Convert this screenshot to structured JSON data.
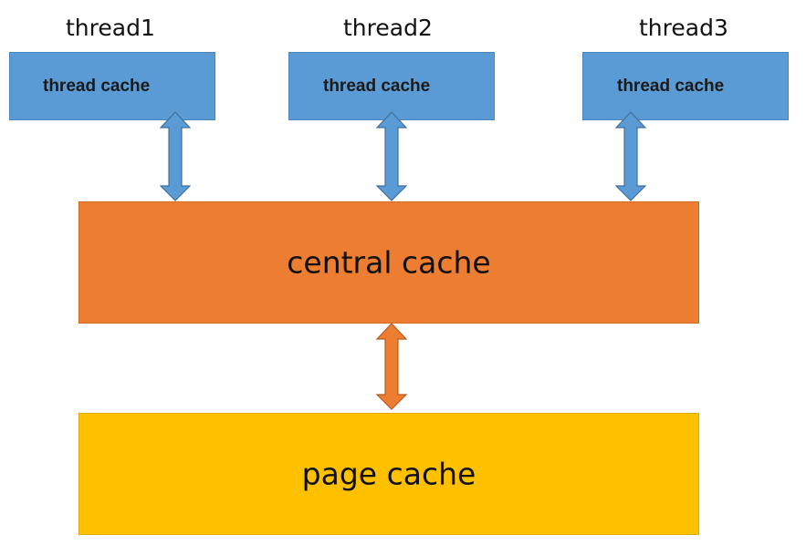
{
  "threads": [
    {
      "name": "thread1",
      "cache_label": "thread cache"
    },
    {
      "name": "thread2",
      "cache_label": "thread cache"
    },
    {
      "name": "thread3",
      "cache_label": "thread cache"
    }
  ],
  "central_cache": {
    "label": "central cache"
  },
  "page_cache": {
    "label": "page cache"
  },
  "colors": {
    "thread_cache_fill": "#5b9bd5",
    "central_cache_fill": "#ed7d31",
    "page_cache_fill": "#ffc000",
    "thread_arrow_fill": "#5b9bd5",
    "central_arrow_fill": "#ed7d31"
  },
  "connections": [
    {
      "from": "thread cache (thread1)",
      "to": "central cache",
      "direction": "bidirectional"
    },
    {
      "from": "thread cache (thread2)",
      "to": "central cache",
      "direction": "bidirectional"
    },
    {
      "from": "thread cache (thread3)",
      "to": "central cache",
      "direction": "bidirectional"
    },
    {
      "from": "central cache",
      "to": "page cache",
      "direction": "bidirectional"
    }
  ]
}
